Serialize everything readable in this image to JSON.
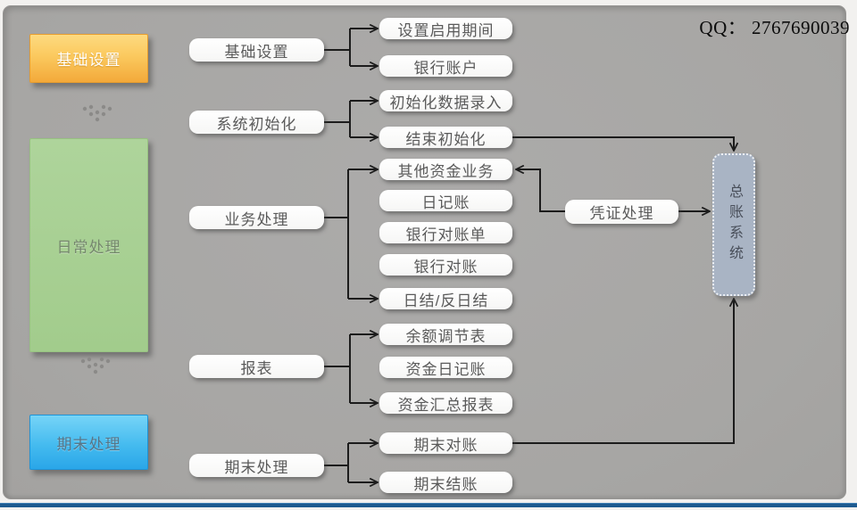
{
  "watermark": {
    "qq_label": "QQ： 2767690039"
  },
  "stages": [
    {
      "label": "基础设置"
    },
    {
      "label": "日常处理"
    },
    {
      "label": "期末处理"
    }
  ],
  "categories": [
    {
      "label": "基础设置"
    },
    {
      "label": "系统初始化"
    },
    {
      "label": "业务处理"
    },
    {
      "label": "报表"
    },
    {
      "label": "期末处理"
    }
  ],
  "tasks": [
    {
      "label": "设置启用期间"
    },
    {
      "label": "银行账户"
    },
    {
      "label": "初始化数据录入"
    },
    {
      "label": "结束初始化"
    },
    {
      "label": "其他资金业务"
    },
    {
      "label": "日记账"
    },
    {
      "label": "银行对账单"
    },
    {
      "label": "银行对账"
    },
    {
      "label": "日结/反日结"
    },
    {
      "label": "余额调节表"
    },
    {
      "label": "资金日记账"
    },
    {
      "label": "资金汇总报表"
    },
    {
      "label": "期末对账"
    },
    {
      "label": "期末结账"
    }
  ],
  "voucher": {
    "label": "凭证处理"
  },
  "ledger": {
    "label": "总账系统"
  },
  "colors": {
    "panel_background": "#a8a7a5",
    "stage_orange_top": "#fdda80",
    "stage_orange_bottom": "#f3a93a",
    "stage_green": "#a6cf92",
    "stage_blue_top": "#76d4f7",
    "stage_blue_bottom": "#2aa6e8",
    "ledger_fill": "#a9b4c4",
    "connector_line": "#1c1c1c",
    "bottom_bar": "#1d5a8f"
  }
}
